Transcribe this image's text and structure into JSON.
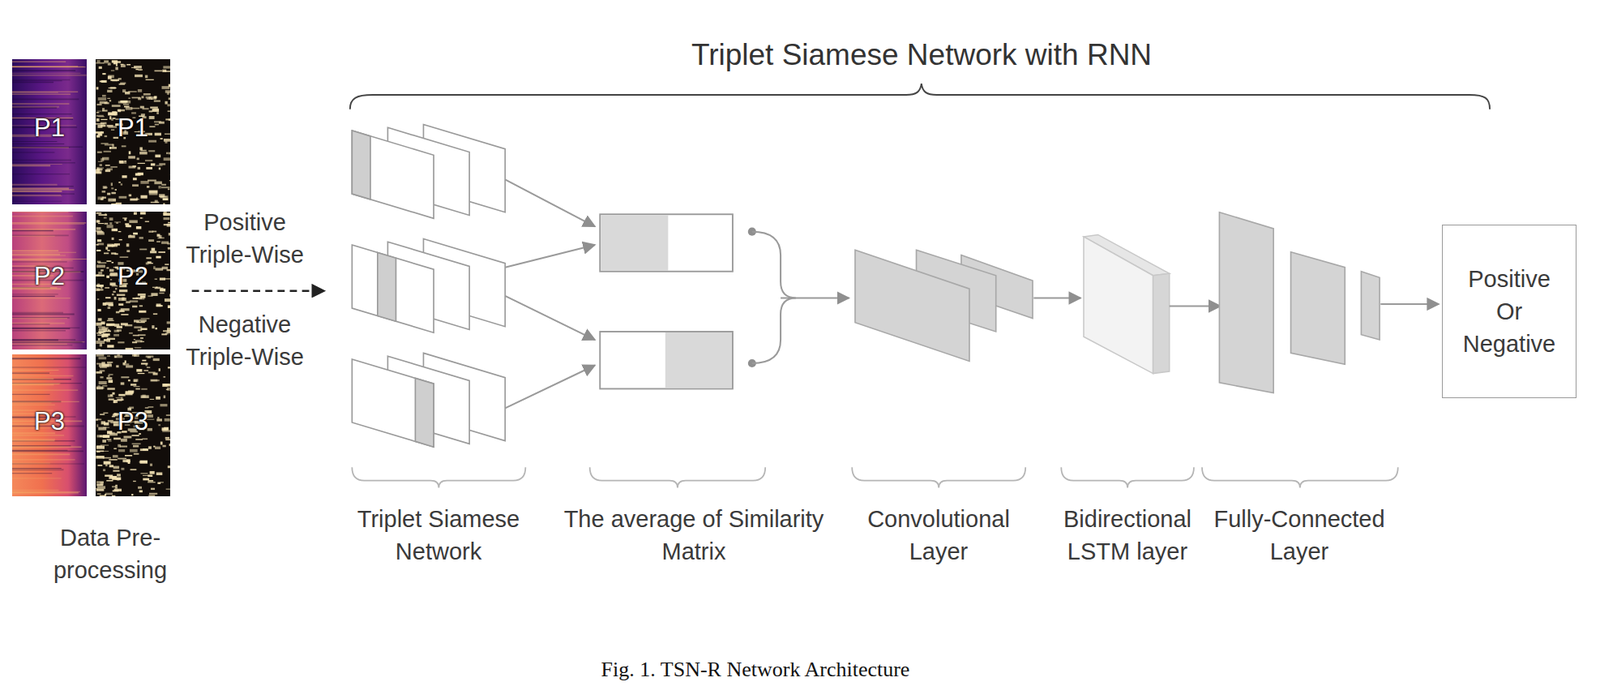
{
  "diagram": {
    "title": "Triplet Siamese Network with RNN",
    "caption": "Fig. 1. TSN-R Network Architecture",
    "nodes": [
      {
        "text": [
          "P1"
        ]
      },
      {
        "text": [
          "P1"
        ]
      },
      {
        "text": [
          "P2"
        ]
      },
      {
        "text": [
          "P2"
        ]
      },
      {
        "text": [
          "P3"
        ]
      },
      {
        "text": [
          "P3"
        ]
      },
      {
        "text": [
          "Positive Or Negative"
        ]
      }
    ],
    "labels": [
      "Positive Triple-Wise",
      "Negative Triple-Wise",
      "Data Pre-processing",
      "Triplet Siamese Network",
      "The average of Similarity Matrix",
      "Convolutional Layer",
      "Bidirectional LSTM layer",
      "Fully-Connected Layer"
    ]
  }
}
